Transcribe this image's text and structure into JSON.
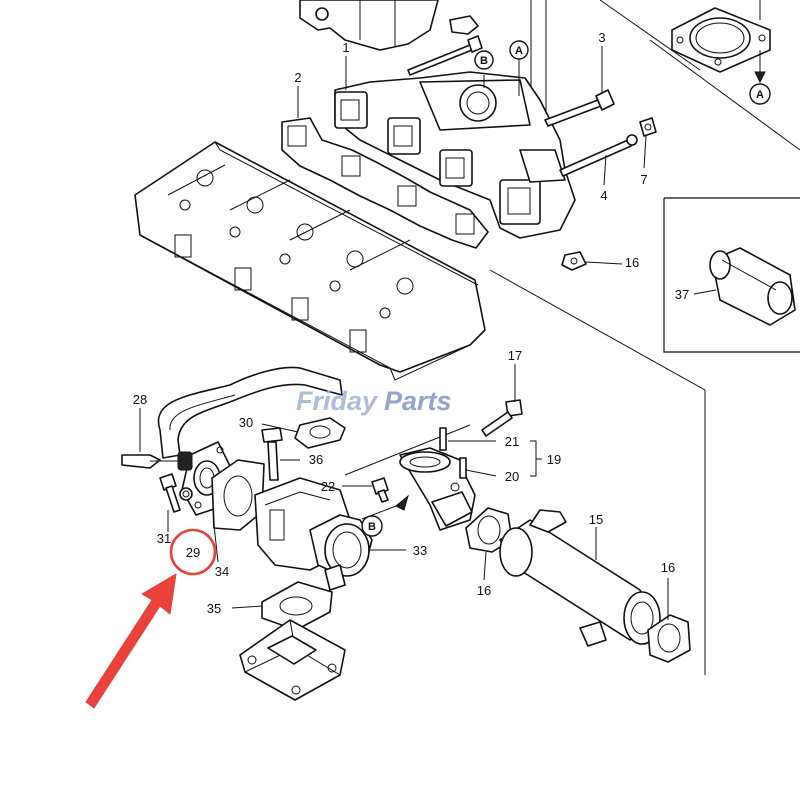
{
  "diagram": {
    "part_labels": {
      "p1": "1",
      "p2": "2",
      "p3": "3",
      "p4": "4",
      "p7": "7",
      "p15": "15",
      "p16a": "16",
      "p16b": "16",
      "p16c": "16",
      "p17": "17",
      "p19": "19",
      "p20": "20",
      "p21": "21",
      "p22": "22",
      "p28": "28",
      "p29": "29",
      "p30": "30",
      "p31": "31",
      "p33": "33",
      "p34": "34",
      "p35": "35",
      "p36": "36",
      "p37": "37"
    },
    "ref_labels": {
      "a_top": "A",
      "a_right": "A",
      "b_top": "B",
      "b_mid": "B"
    },
    "watermark": {
      "part1": "Friday",
      "part2": "Parts"
    },
    "highlight": {
      "target_label": "29",
      "color": "#e8423a"
    }
  }
}
